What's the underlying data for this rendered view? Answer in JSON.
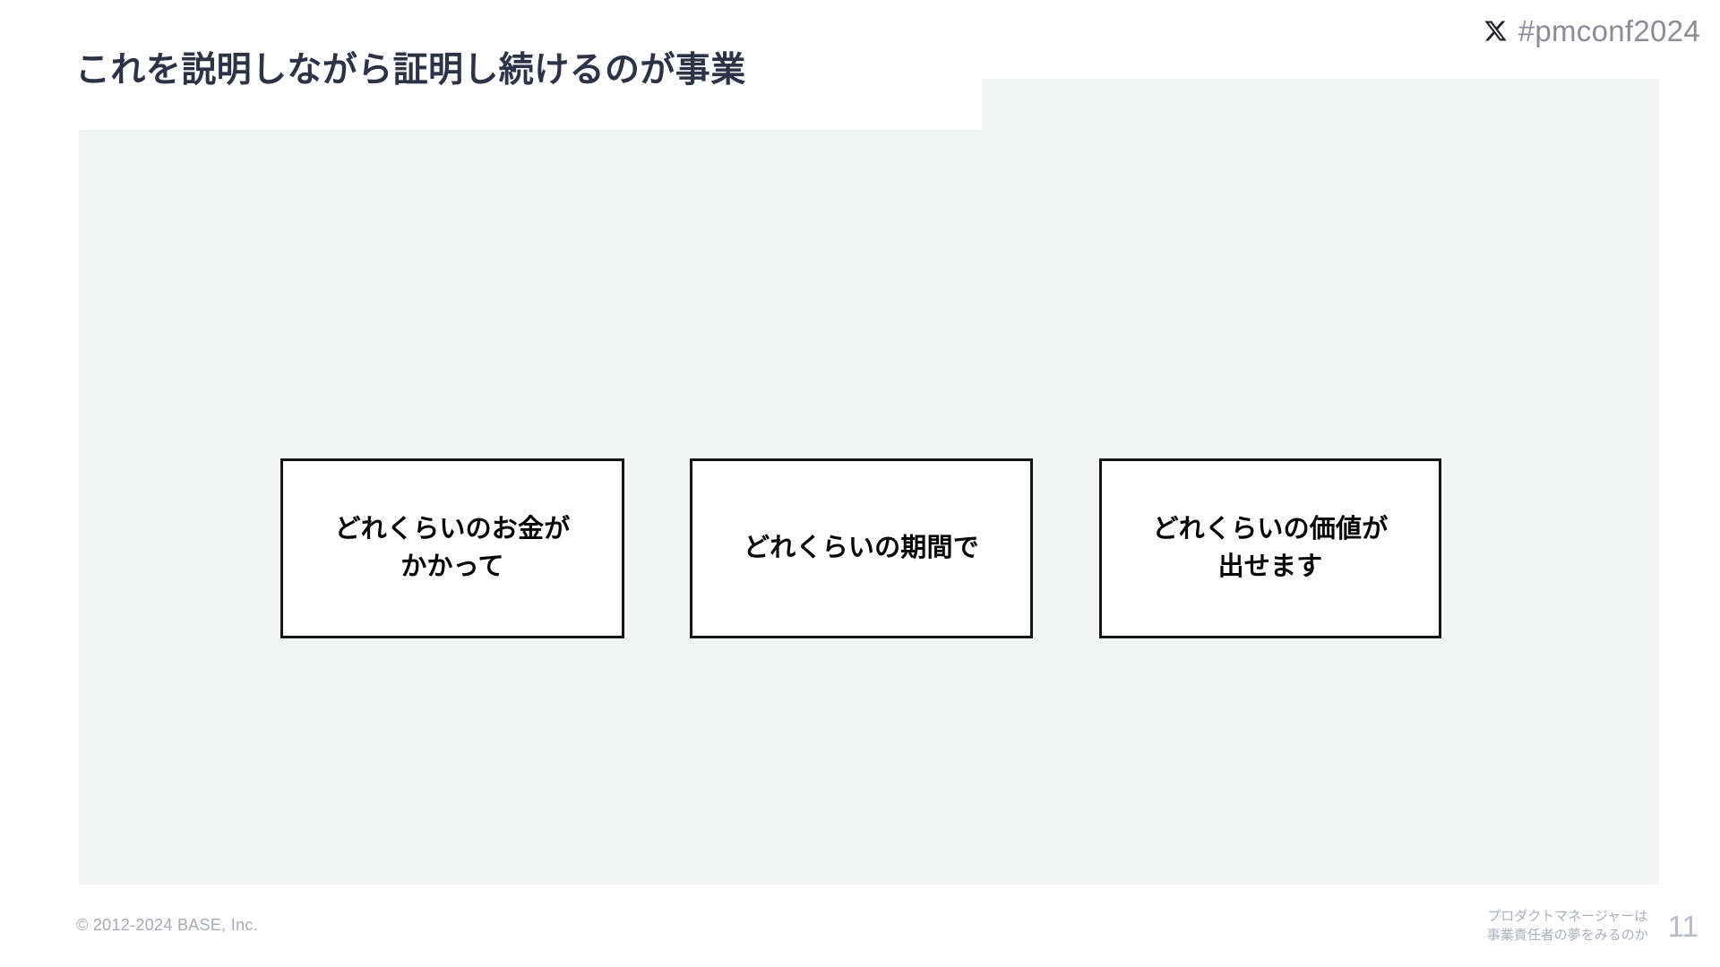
{
  "slide": {
    "title": "これを説明しながら証明し続けるのが事業",
    "page_number": "11",
    "panel_color": "#f3f4f4",
    "title_color": "#2c3347"
  },
  "hashtag": {
    "icon": "x-twitter-icon",
    "text": "#pmconf2024"
  },
  "boxes": [
    {
      "text": "どれくらいのお金が\nかかって"
    },
    {
      "text": "どれくらいの期間で"
    },
    {
      "text": "どれくらいの価値が\n出せます"
    }
  ],
  "footer": {
    "copyright": "© 2012-2024 BASE, Inc.",
    "deck_title": "プロダクトマネージャーは\n事業責任者の夢をみるのか"
  }
}
